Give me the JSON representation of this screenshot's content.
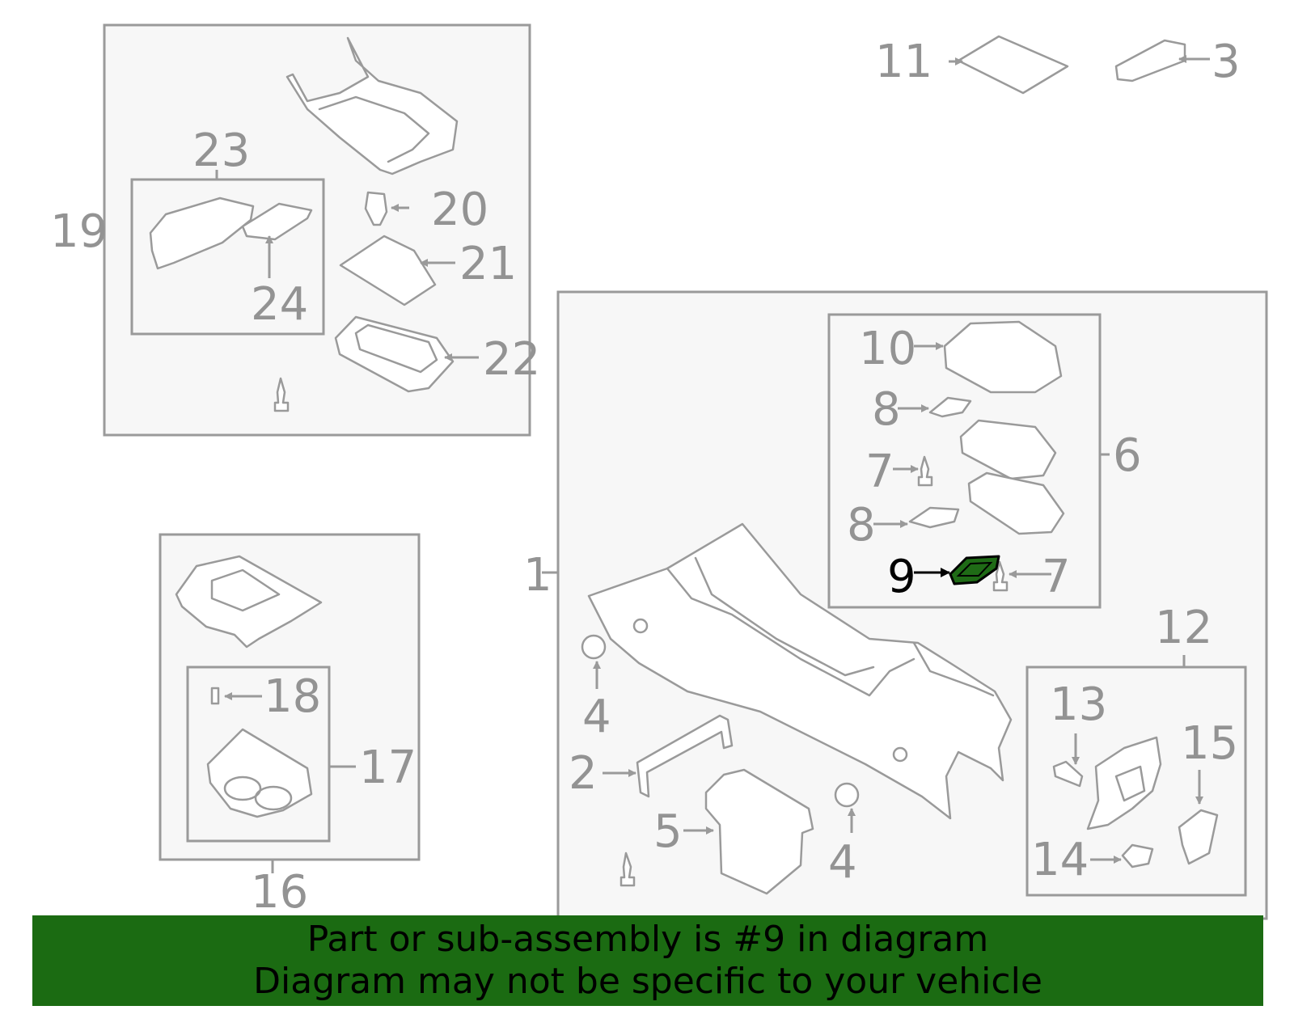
{
  "highlighted_part": "9",
  "callouts": {
    "n1": "1",
    "n2": "2",
    "n3": "3",
    "n4a": "4",
    "n4b": "4",
    "n5": "5",
    "n6": "6",
    "n7a": "7",
    "n7b": "7",
    "n8a": "8",
    "n8b": "8",
    "n9": "9",
    "n10": "10",
    "n11": "11",
    "n12": "12",
    "n13": "13",
    "n14": "14",
    "n15": "15",
    "n16": "16",
    "n17": "17",
    "n18": "18",
    "n19": "19",
    "n20": "20",
    "n21": "21",
    "n22": "22",
    "n23": "23",
    "n24": "24"
  },
  "banner": {
    "line1": "Part or sub-assembly is #9 in diagram",
    "line2": "Diagram may not be specific to your vehicle",
    "color": "#1b6b12"
  },
  "colors": {
    "linework": "#9a9a9a",
    "panel_fill": "#f7f7f7",
    "highlight_part": "#1f6b16"
  }
}
